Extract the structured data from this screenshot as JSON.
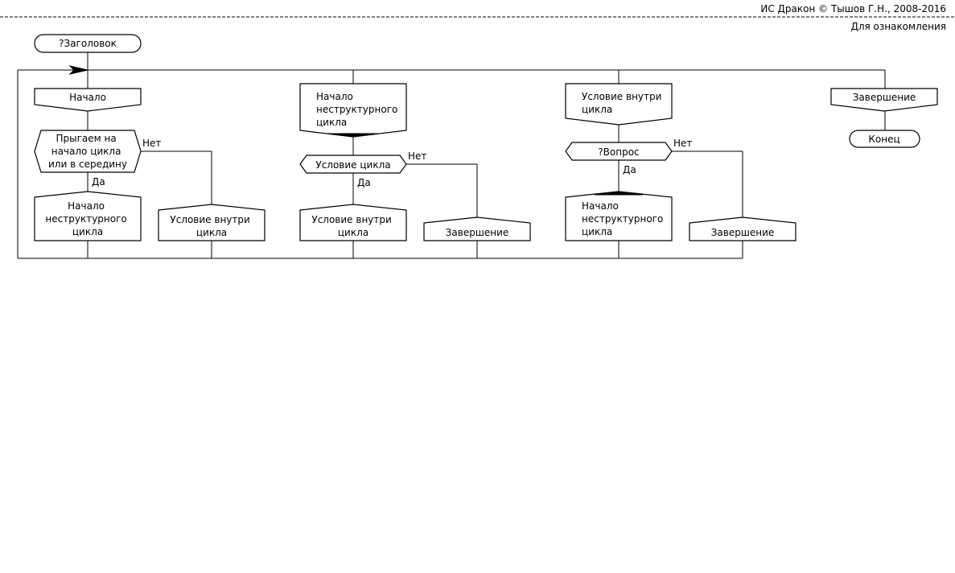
{
  "header": {
    "copyright": "ИС Дракон © Тышов Г.Н., 2008-2016",
    "note": "Для ознакомления"
  },
  "diagram": {
    "title": "?Заголовок",
    "yes": "Да",
    "no": "Нет",
    "branch1": {
      "header": "Начало",
      "question": [
        "Прыгаем на",
        "начало цикла",
        "или в середину"
      ],
      "yes_action": [
        "Начало",
        "неструктурного",
        "цикла"
      ],
      "no_action": [
        "Условие внутри",
        "цикла"
      ]
    },
    "branch2": {
      "header": [
        "Начало",
        "неструктурного",
        "цикла"
      ],
      "question": "Условие цикла",
      "yes_action": [
        "Условие внутри",
        "цикла"
      ],
      "no_action": "Завершение"
    },
    "branch3": {
      "header": [
        "Условие внутри",
        "цикла"
      ],
      "question": "?Вопрос",
      "yes_action": [
        "Начало",
        "неструктурного",
        "цикла"
      ],
      "no_action": "Завершение"
    },
    "branch4": {
      "header": "Завершение",
      "end": "Конец"
    }
  }
}
